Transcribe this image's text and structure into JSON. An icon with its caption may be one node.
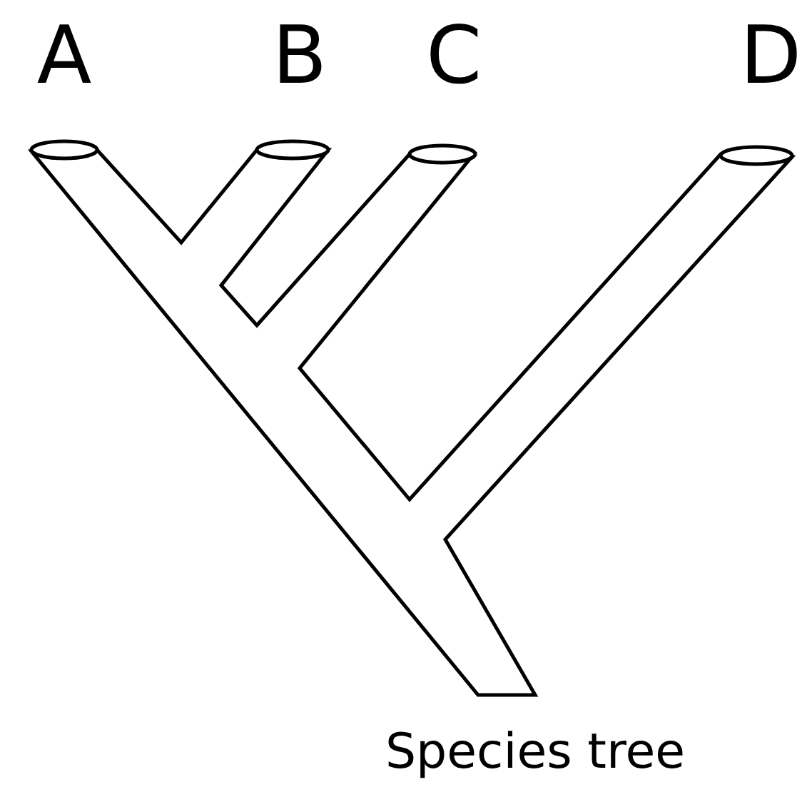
{
  "diagram": {
    "caption": "Species tree",
    "labels": [
      "A",
      "B",
      "C",
      "D"
    ]
  }
}
